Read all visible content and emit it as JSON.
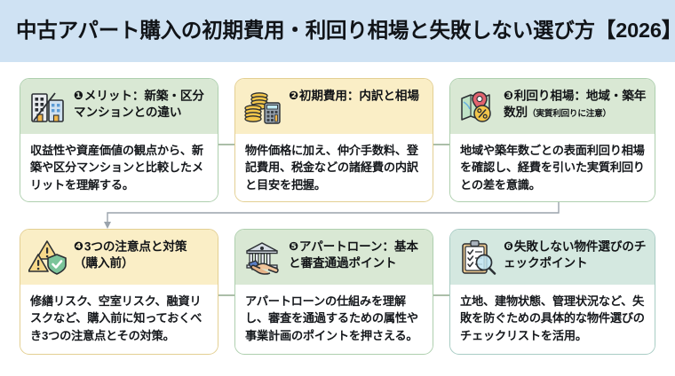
{
  "header": {
    "title": "中古アパート購入の初期費用・利回り相場と失敗しない選び方【2026】",
    "background_color": "#cfe2f3",
    "text_color": "#111418"
  },
  "theme": {
    "green_header": "#d9e8d4",
    "yellow_header": "#faeec6",
    "teal_header": "#d4e8e0",
    "card_body": "#ffffff",
    "connector_color": "#8fa98c",
    "page_background": "#ffffff"
  },
  "cards": [
    {
      "number": "❶",
      "icon": "buildings-comparison-icon",
      "tone": "green",
      "title": "メリット：新築・区分マンションとの違い",
      "subtitle": "",
      "body": "収益性や資産価値の観点から、新築や区分マンションと比較したメリットを理解する。"
    },
    {
      "number": "❷",
      "icon": "coins-calculator-icon",
      "tone": "yellow",
      "title": "初期費用：内訳と相場",
      "subtitle": "",
      "body": "物件価格に加え、仲介手数料、登記費用、税金などの諸経費の内訳と目安を把握。"
    },
    {
      "number": "❸",
      "icon": "map-pin-percent-icon",
      "tone": "green",
      "title": "利回り相場：地域・築年数別",
      "subtitle": "（実質利回りに注意）",
      "body": "地域や築年数ごとの表面利回り相場を確認し、経費を引いた実質利回りとの差を意識。"
    },
    {
      "number": "❹",
      "icon": "warning-shield-icon",
      "tone": "yellow",
      "title": "3つの注意点と対策（購入前）",
      "subtitle": "",
      "body": "修繕リスク、空室リスク、融資リスクなど、購入前に知っておくべき3つの注意点とその対策。"
    },
    {
      "number": "❺",
      "icon": "bank-handshake-icon",
      "tone": "green",
      "title": "アパートローン：基本と審査通過ポイント",
      "subtitle": "",
      "body": "アパートローンの仕組みを理解し、審査を通過するための属性や事業計画のポイントを押さえる。"
    },
    {
      "number": "❻",
      "icon": "clipboard-magnifier-icon",
      "tone": "teal",
      "title": "失敗しない物件選びのチェックポイント",
      "subtitle": "",
      "body": "立地、建物状態、管理状況など、失敗を防ぐための具体的な物件選びのチェックリストを活用。"
    }
  ],
  "connectors": [
    {
      "name": "arrow-card1-to-card2",
      "shape": "horizontal-right"
    },
    {
      "name": "arrow-card2-to-card3",
      "shape": "horizontal-right"
    },
    {
      "name": "arrow-card3-to-card4",
      "shape": "elbow-down-left"
    },
    {
      "name": "arrow-card4-to-card5",
      "shape": "horizontal-right"
    },
    {
      "name": "arrow-card5-to-card6",
      "shape": "horizontal-right"
    }
  ]
}
